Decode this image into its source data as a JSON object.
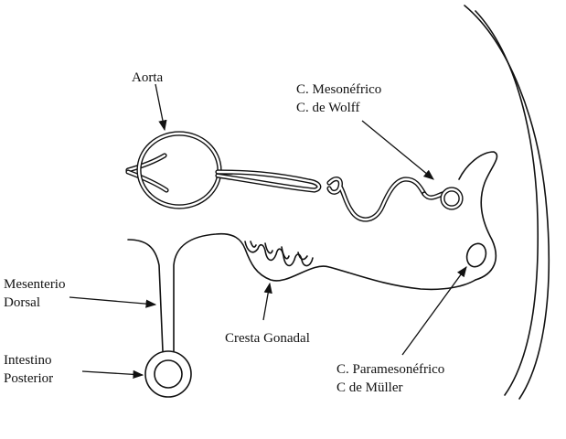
{
  "labels": {
    "aorta": "Aorta",
    "mesonephric_1": "C. Mesonéfrico",
    "mesonephric_2": "C. de Wolff",
    "mesentery_1": "Mesenterio",
    "mesentery_2": "Dorsal",
    "gonadal": "Cresta Gonadal",
    "intestine_1": "Intestino",
    "intestine_2": "Posterior",
    "paramesonephric_1": "C. Paramesonéfrico",
    "paramesonephric_2": "C de Müller"
  }
}
